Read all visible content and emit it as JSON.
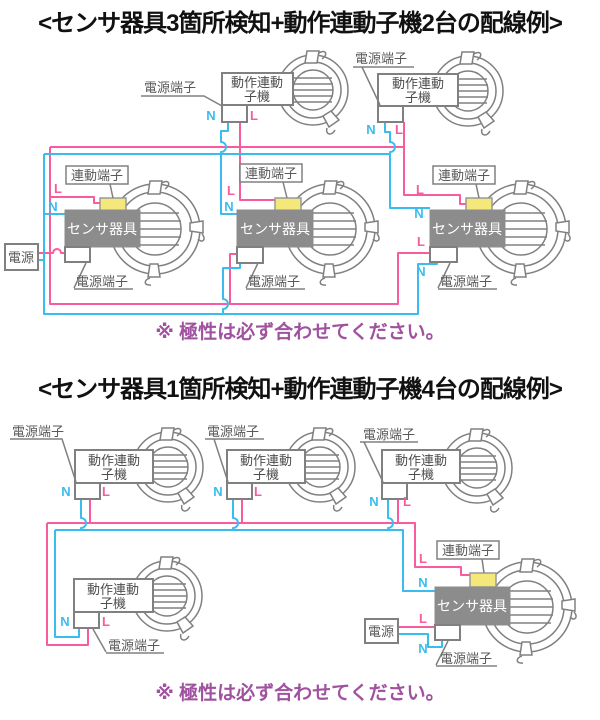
{
  "colors": {
    "wire_live": "#f85c9f",
    "wire_neutral": "#3bbcef",
    "note_text": "#a0519f",
    "sensor_fill": "#8c8c8c",
    "link_terminal_fill": "#f4e87a",
    "outline_gray": "#808080",
    "label_text": "#595959",
    "title_text": "#111111"
  },
  "labels": {
    "slave_unit_line1": "動作連動",
    "slave_unit_line2": "子機",
    "sensor_unit": "センサ器具",
    "power_terminal": "電源端子",
    "link_terminal": "連動端子",
    "power_source": "電源",
    "neutral": "N",
    "live": "L"
  },
  "diagram1": {
    "title": "<センサ器具3箇所検知+動作連動子機2台の配線例>",
    "note": "※ 極性は必ず合わせてください。",
    "slave_unit_count": "2",
    "sensor_unit_count": "3"
  },
  "diagram2": {
    "title": "<センサ器具1箇所検知+動作連動子機4台の配線例>",
    "note": "※ 極性は必ず合わせてください。",
    "slave_unit_count": "4",
    "sensor_unit_count": "1"
  }
}
